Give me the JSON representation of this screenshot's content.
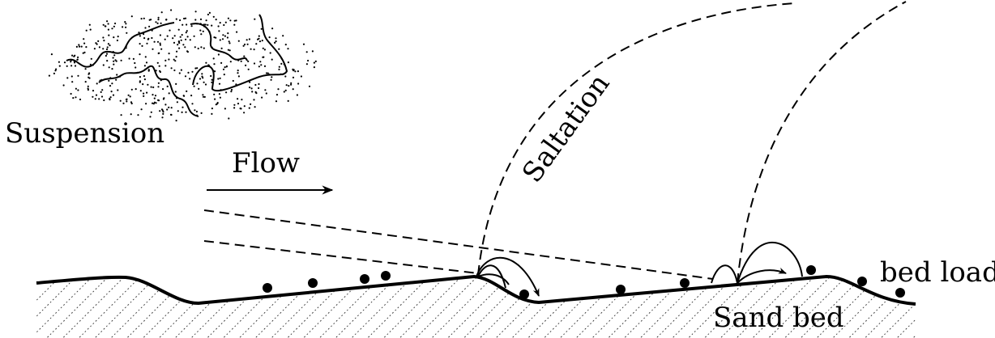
{
  "labels": {
    "suspension": "Suspension",
    "flow": "Flow",
    "saltation": "Saltation",
    "bed_load": "bed load",
    "sand_bed": "Sand bed"
  },
  "colors": {
    "ink": "#000000",
    "background": "#ffffff"
  }
}
